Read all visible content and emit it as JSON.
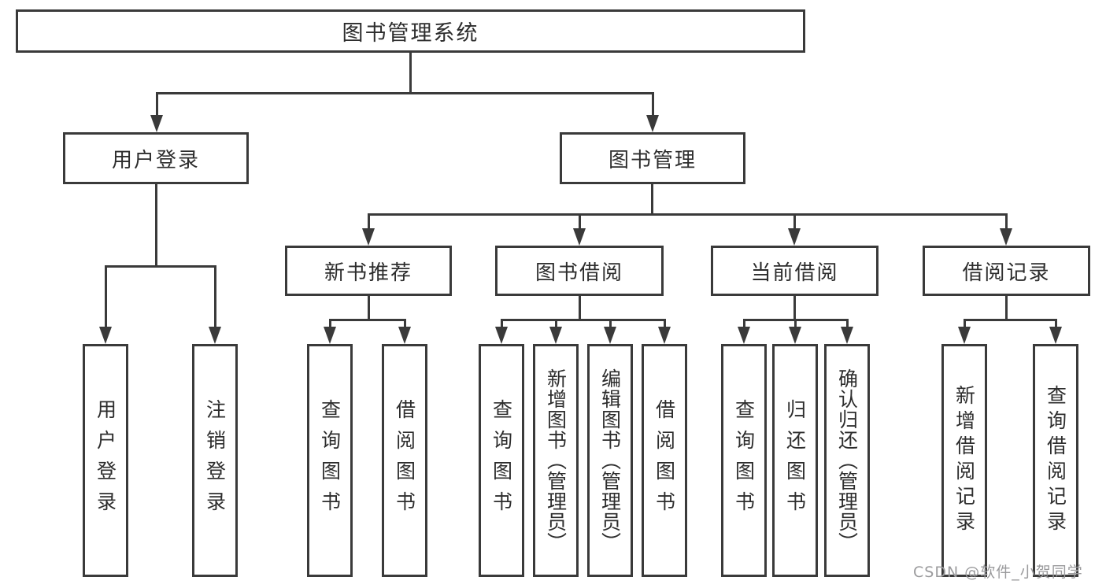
{
  "title_box": {
    "label": "图书管理系统"
  },
  "level2": {
    "user_login": {
      "label": "用户登录"
    },
    "book_mgmt": {
      "label": "图书管理"
    }
  },
  "level3": {
    "new_book": {
      "label": "新书推荐"
    },
    "book_borrow": {
      "label": "图书借阅"
    },
    "current_borrow": {
      "label": "当前借阅"
    },
    "borrow_record": {
      "label": "借阅记录"
    }
  },
  "leaves": {
    "user_login": [
      "用户登录",
      "注销登录"
    ],
    "new_book": [
      "查询图书",
      "借阅图书"
    ],
    "book_borrow": [
      "查询图书",
      "新增图书（管理员）",
      "编辑图书（管理员）",
      "借阅图书"
    ],
    "current_borrow": [
      "查询图书",
      "归还图书",
      "确认归还（管理员）"
    ],
    "borrow_record": [
      "新增借阅记录",
      "查询借阅记录"
    ]
  },
  "watermark": {
    "text": "CSDN @软件_小贺同学"
  },
  "colors": {
    "line": "#3a3a3a",
    "text": "#2d2d2d",
    "box_background": "#ffffff",
    "watermark": "#9b9b9d"
  }
}
